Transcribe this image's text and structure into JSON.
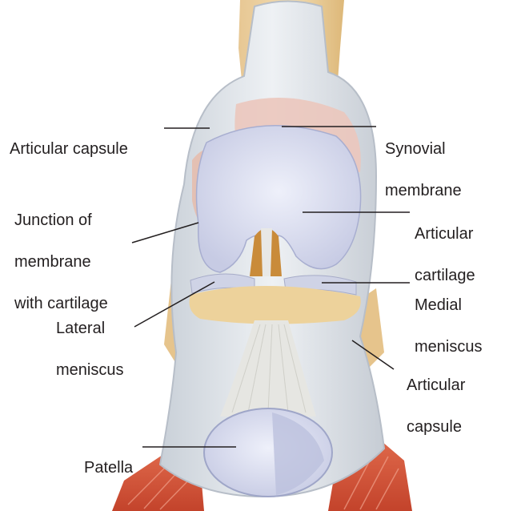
{
  "labels": {
    "articular_capsule_left": [
      "Articular capsule"
    ],
    "synovial_membrane": [
      "Synovial",
      "membrane"
    ],
    "junction": [
      "Junction of",
      "membrane",
      "with cartilage"
    ],
    "articular_cartilage": [
      "Articular",
      "cartilage"
    ],
    "lateral_meniscus": [
      "Lateral",
      "meniscus"
    ],
    "medial_meniscus": [
      "Medial",
      "meniscus"
    ],
    "articular_capsule_right": [
      "Articular",
      "capsule"
    ],
    "patella": [
      "Patella"
    ]
  },
  "colors": {
    "capsule": "#dfe4e9",
    "cartilage": "#d9dcef",
    "bone": "#e8cfa0",
    "synovial": "#e9c3b8",
    "ligament": "#e4e4e0",
    "muscle": "#d2553a",
    "leader_line": "#231f20"
  }
}
